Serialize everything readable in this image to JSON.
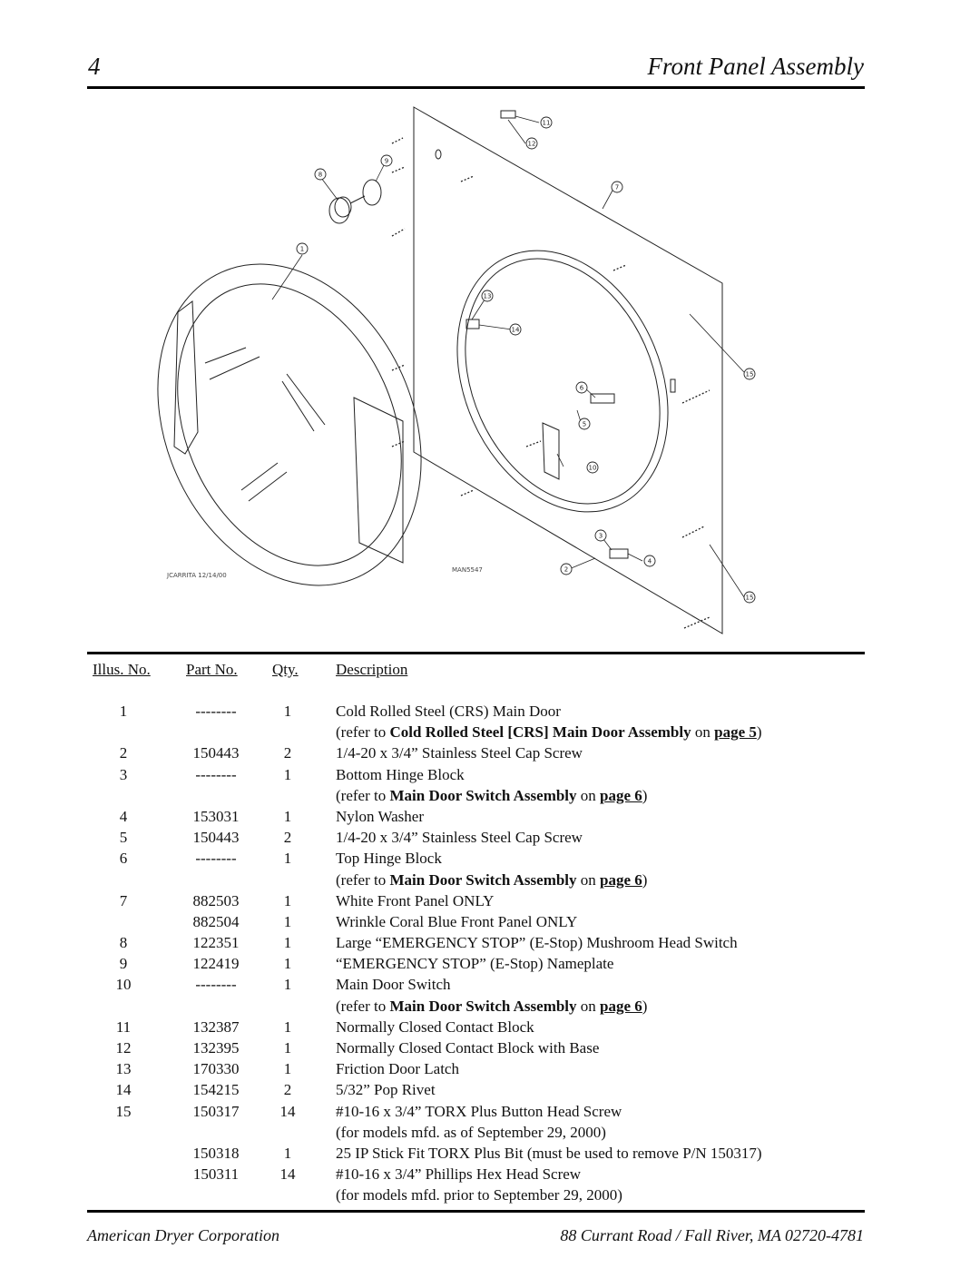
{
  "header": {
    "page_number": "4",
    "title": "Front Panel Assembly"
  },
  "figure": {
    "callouts": [
      "1",
      "2",
      "3",
      "4",
      "5",
      "6",
      "7",
      "8",
      "9",
      "10",
      "11",
      "12",
      "13",
      "14",
      "15",
      "15"
    ],
    "drawing_note_left": "JCARRITA 12/14/00",
    "drawing_note_right": "MAN5547"
  },
  "table": {
    "headers": {
      "illus": "Illus. No.",
      "part": "Part No.",
      "qty": "Qty.",
      "desc": "Description"
    },
    "rows": [
      {
        "illus": "1",
        "part": "--------",
        "qty": "1",
        "desc": "Cold Rolled Steel (CRS) Main Door"
      },
      {
        "illus": "",
        "part": "",
        "qty": "",
        "desc": "",
        "ref_pre": "(refer to ",
        "ref_bold": "Cold Rolled Steel [CRS] Main Door Assembly",
        "ref_mid": " on ",
        "ref_page": "page 5",
        "ref_post": ")"
      },
      {
        "illus": "2",
        "part": "150443",
        "qty": "2",
        "desc": "1/4-20 x 3/4” Stainless Steel Cap Screw"
      },
      {
        "illus": "3",
        "part": "--------",
        "qty": "1",
        "desc": "Bottom Hinge Block"
      },
      {
        "illus": "",
        "part": "",
        "qty": "",
        "desc": "",
        "ref_pre": "(refer to ",
        "ref_bold": "Main Door Switch Assembly",
        "ref_mid": " on ",
        "ref_page": "page 6",
        "ref_post": ")"
      },
      {
        "illus": "4",
        "part": "153031",
        "qty": "1",
        "desc": "Nylon Washer"
      },
      {
        "illus": "5",
        "part": "150443",
        "qty": "2",
        "desc": "1/4-20 x 3/4” Stainless Steel Cap Screw"
      },
      {
        "illus": "6",
        "part": "--------",
        "qty": "1",
        "desc": "Top Hinge Block"
      },
      {
        "illus": "",
        "part": "",
        "qty": "",
        "desc": "",
        "ref_pre": "(refer to ",
        "ref_bold": "Main Door Switch Assembly",
        "ref_mid": " on ",
        "ref_page": "page 6",
        "ref_post": ")"
      },
      {
        "illus": "7",
        "part": "882503",
        "qty": "1",
        "desc": "White Front Panel ONLY"
      },
      {
        "illus": "",
        "part": "882504",
        "qty": "1",
        "desc": "Wrinkle Coral Blue Front Panel ONLY"
      },
      {
        "illus": "8",
        "part": "122351",
        "qty": "1",
        "desc": "Large “EMERGENCY STOP” (E-Stop) Mushroom Head Switch"
      },
      {
        "illus": "9",
        "part": "122419",
        "qty": "1",
        "desc": "“EMERGENCY STOP” (E-Stop) Nameplate"
      },
      {
        "illus": "10",
        "part": "--------",
        "qty": "1",
        "desc": "Main Door Switch"
      },
      {
        "illus": "",
        "part": "",
        "qty": "",
        "desc": "",
        "ref_pre": "(refer to ",
        "ref_bold": "Main Door Switch Assembly",
        "ref_mid": " on ",
        "ref_page": "page 6",
        "ref_post": ")"
      },
      {
        "illus": "11",
        "part": "132387",
        "qty": "1",
        "desc": "Normally Closed Contact Block"
      },
      {
        "illus": "12",
        "part": "132395",
        "qty": "1",
        "desc": "Normally Closed Contact Block with Base"
      },
      {
        "illus": "13",
        "part": "170330",
        "qty": "1",
        "desc": "Friction Door Latch"
      },
      {
        "illus": "14",
        "part": "154215",
        "qty": "2",
        "desc": "5/32” Pop Rivet"
      },
      {
        "illus": "15",
        "part": "150317",
        "qty": "14",
        "desc": "#10-16 x 3/4” TORX Plus Button Head Screw"
      },
      {
        "illus": "",
        "part": "",
        "qty": "",
        "desc": "(for models mfd. as of September 29, 2000)"
      },
      {
        "illus": "",
        "part": "150318",
        "qty": "1",
        "desc": "25 IP Stick Fit TORX Plus Bit (must be used to remove P/N 150317)"
      },
      {
        "illus": "",
        "part": "150311",
        "qty": "14",
        "desc": "#10-16 x 3/4” Phillips Hex Head Screw"
      },
      {
        "illus": "",
        "part": "",
        "qty": "",
        "desc": "(for models mfd. prior to September 29, 2000)"
      }
    ]
  },
  "footer": {
    "company": "American Dryer Corporation",
    "address": "88 Currant Road / Fall River, MA 02720-4781"
  }
}
